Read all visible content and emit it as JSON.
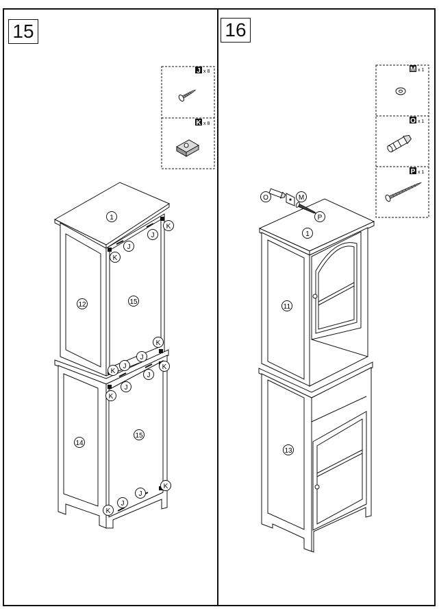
{
  "steps": [
    {
      "number": "15",
      "hardware": [
        {
          "letter": "J",
          "qty": "x 8",
          "icon": "wood-screw-icon"
        },
        {
          "letter": "K",
          "qty": "x 8",
          "icon": "bracket-block-icon"
        }
      ],
      "callouts": {
        "top": "1",
        "door": "12",
        "back_upper": "15",
        "back_lower": "15",
        "side_lower": "14",
        "screw": "J",
        "bracket": "K"
      }
    },
    {
      "number": "16",
      "hardware": [
        {
          "letter": "M",
          "qty": "x 1",
          "icon": "washer-icon"
        },
        {
          "letter": "O",
          "qty": "x 1",
          "icon": "wall-anchor-icon"
        },
        {
          "letter": "P",
          "qty": "x 1",
          "icon": "long-screw-icon"
        }
      ],
      "callouts": {
        "top": "1",
        "door_upper": "11",
        "door_lower": "13",
        "anchor": "O",
        "washer": "M",
        "screw": "P"
      }
    }
  ]
}
